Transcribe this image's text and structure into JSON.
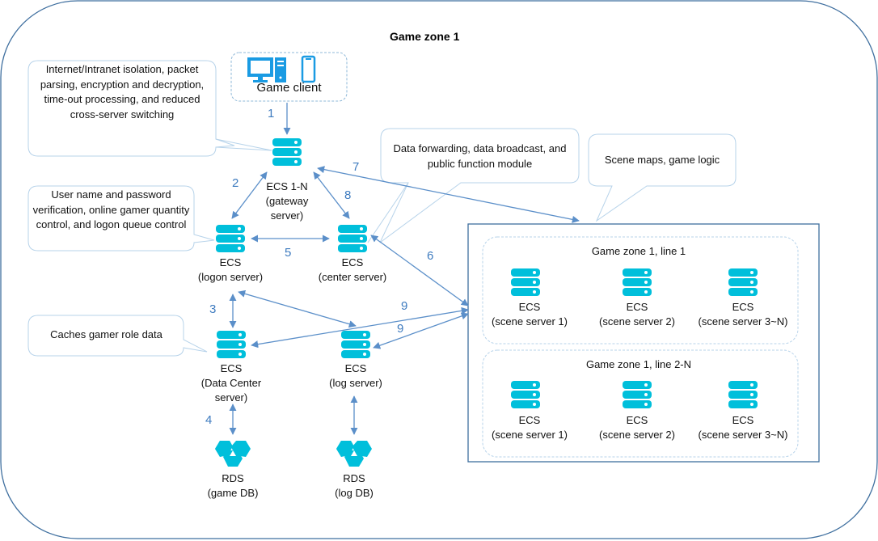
{
  "title": "Game zone 1",
  "game_client": {
    "label": "Game client",
    "icons": [
      "desktop-computer-icon",
      "mobile-phone-icon"
    ]
  },
  "servers": {
    "gateway": {
      "type": "ECS 1-N",
      "role": "(gateway",
      "role2": "server)"
    },
    "logon": {
      "type": "ECS",
      "role": "(logon server)"
    },
    "center": {
      "type": "ECS",
      "role": "(center server)"
    },
    "data_center": {
      "type": "ECS",
      "role": "(Data Center",
      "role2": "server)"
    },
    "log": {
      "type": "ECS",
      "role": "(log server)"
    }
  },
  "databases": {
    "game": {
      "type": "RDS",
      "role": "(game DB)"
    },
    "log": {
      "type": "RDS",
      "role": "(log DB)"
    }
  },
  "callouts": {
    "gateway": "Internet/Intranet isolation, packet parsing, encryption and decryption, time-out processing, and reduced cross-server switching",
    "logon": "User name and password verification, online gamer quantity control, and logon queue control",
    "center": "Data forwarding, data broadcast, and public function module",
    "scene": "Scene maps, game logic",
    "data_center": "Caches gamer role data"
  },
  "zones": [
    {
      "title": "Game zone 1, line 1",
      "servers": [
        {
          "type": "ECS",
          "role": "(scene server 1)"
        },
        {
          "type": "ECS",
          "role": "(scene server 2)"
        },
        {
          "type": "ECS",
          "role": "(scene server 3~N)"
        }
      ]
    },
    {
      "title": "Game zone 1, line 2-N",
      "servers": [
        {
          "type": "ECS",
          "role": "(scene server 1)"
        },
        {
          "type": "ECS",
          "role": "(scene server 2)"
        },
        {
          "type": "ECS",
          "role": "(scene server 3~N)"
        }
      ]
    }
  ],
  "edge_labels": {
    "e1": "1",
    "e2": "2",
    "e3": "3",
    "e4": "4",
    "e5": "5",
    "e6": "6",
    "e7": "7",
    "e8": "8",
    "e9a": "9",
    "e9b": "9"
  },
  "colors": {
    "server": "#00bfdb",
    "client_icon": "#1a9be3",
    "arrow": "#5b8fc9",
    "label_num": "#3e7bbf",
    "outline": "#3f6f9f",
    "callout_border": "#b7d3ea"
  }
}
